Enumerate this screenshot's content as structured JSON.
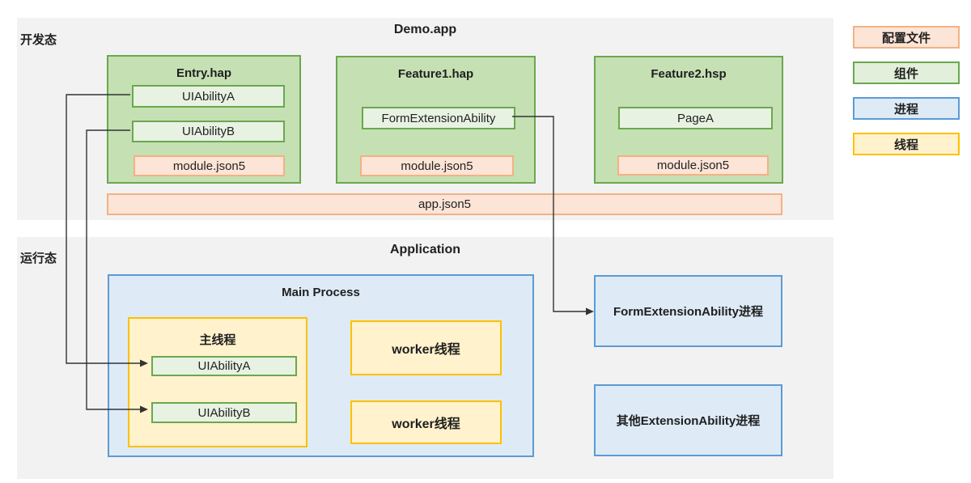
{
  "dev": {
    "section_label": "开发态",
    "title": "Demo.app",
    "entry_hap": {
      "title": "Entry.hap",
      "abilities": [
        "UIAbilityA",
        "UIAbilityB"
      ],
      "config": "module.json5"
    },
    "feature1": {
      "title": "Feature1.hap",
      "ability": "FormExtensionAbility",
      "config": "module.json5"
    },
    "feature2": {
      "title": "Feature2.hsp",
      "page": "PageA",
      "config": "module.json5"
    },
    "app_config": "app.json5"
  },
  "runtime": {
    "section_label": "运行态",
    "title": "Application",
    "main_process": {
      "title": "Main Process",
      "main_thread": {
        "title": "主线程",
        "abilities": [
          "UIAbilityA",
          "UIAbilityB"
        ]
      },
      "workers": [
        "worker线程",
        "worker线程"
      ]
    },
    "form_process_label": "FormExtensionAbility进程",
    "other_process_label": "其他ExtensionAbility进程"
  },
  "legend": {
    "config_label": "配置文件",
    "component_label": "组件",
    "process_label": "进程",
    "thread_label": "线程"
  },
  "colors": {
    "panel_bg": "#f2f2f2",
    "config_fill": "#fce4d6",
    "config_border": "#f4b183",
    "component_container_fill": "#c5e0b3",
    "component_fill": "#e8f2e2",
    "component_border": "#6aa84f",
    "process_fill": "#deebf7",
    "process_border": "#5b9bd5",
    "thread_fill": "#fff2cc",
    "thread_border": "#ffc000",
    "arrow": "#333333"
  }
}
